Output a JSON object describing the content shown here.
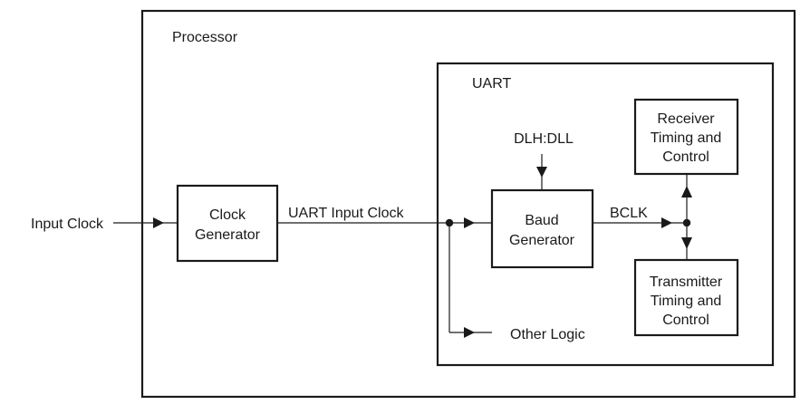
{
  "processor": {
    "label": "Processor"
  },
  "uart": {
    "label": "UART"
  },
  "input_clock": {
    "label": "Input Clock"
  },
  "clock_generator": {
    "line1": "Clock",
    "line2": "Generator"
  },
  "uart_input_clock": {
    "label": "UART Input Clock"
  },
  "dlh_dll": {
    "label": "DLH:DLL"
  },
  "baud_generator": {
    "line1": "Baud",
    "line2": "Generator"
  },
  "bclk": {
    "label": "BCLK"
  },
  "receiver": {
    "line1": "Receiver",
    "line2": "Timing and",
    "line3": "Control"
  },
  "transmitter": {
    "line1": "Transmitter",
    "line2": "Timing and",
    "line3": "Control"
  },
  "other_logic": {
    "label": "Other Logic"
  }
}
